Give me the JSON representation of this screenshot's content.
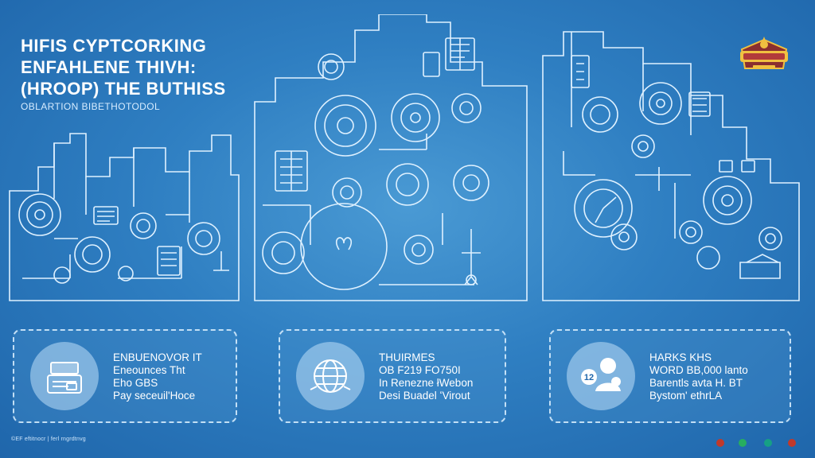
{
  "header": {
    "title_lines": [
      "HIFIS CYPTCORKING",
      "ENFAHLENE THIVH:",
      "(HROOP) THE BUTHISS"
    ],
    "subtitle": "OBLARTION BIBETHOTODOL"
  },
  "logo": {
    "icon": "emblem-badge-icon",
    "text": ""
  },
  "cards": [
    {
      "icon": "wallet-card-icon",
      "lines": [
        "ENBUENOVOR IT",
        "Eneounces Tht",
        "Eho GBS",
        "Pay seceuil'Hoce"
      ]
    },
    {
      "icon": "globe-icon",
      "lines": [
        "THUIRMES",
        "OB F219 FO750I",
        "In Renezne łWebon",
        "Desi Buadel ʻVirout"
      ]
    },
    {
      "icon": "people-icon",
      "lines": [
        "HARKS KHS",
        "WORD BB,000 lanto",
        "Barentls avta H. BT",
        "Bystom' ethrLA"
      ]
    }
  ],
  "card_icon_text": {
    "people": "12"
  },
  "footer": {
    "text": "©EF eftitnocr | ferl rngrdtnvg"
  },
  "colors": {
    "background": "#2f7fc2",
    "line": "#dff1ff",
    "card_border": "#dcf0ff",
    "social": [
      "#c0392b",
      "#27ae60",
      "#16a085",
      "#c0392b"
    ]
  }
}
